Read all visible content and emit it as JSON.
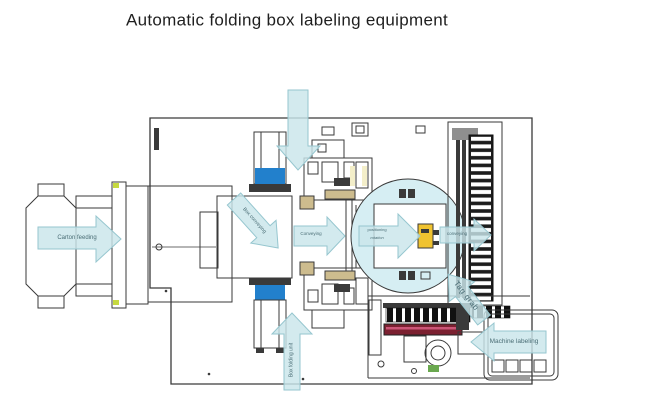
{
  "title": "Automatic folding box labeling equipment",
  "labels": {
    "carton_feeding": "Carton feeding",
    "box_transfer": "Box conveying",
    "conveying": "Conveying",
    "positioning_line1": "positioning",
    "positioning_line2": "rotation",
    "label_conveying": "conveying",
    "tag_grab": "Tag grab",
    "machine_labeling": "Machine labeling",
    "box_folding_unit": "Box folding unit"
  },
  "icons": {
    "flow_arrow": "cyan-flow-arrow",
    "rotary_table": "rotary-table-circle",
    "label_magazine": "label-magazine-rail"
  },
  "colors": {
    "arrow-fill": "#c9e5ea",
    "arrow-stroke": "#96c6cf",
    "circle-fill": "#d6eef3",
    "blue": "#2280cc",
    "yellow": "#f0c330",
    "maroon": "#7b2030",
    "pink": "#cc5577",
    "tan": "#cdbc8e",
    "lime": "#c6d93f",
    "green": "#6aa84f",
    "gray": "#8f8f8f",
    "paleyellow": "#f3eec9",
    "line": "#3a3a3a",
    "text": "#4a6d75",
    "title": "#1f1f1f"
  }
}
